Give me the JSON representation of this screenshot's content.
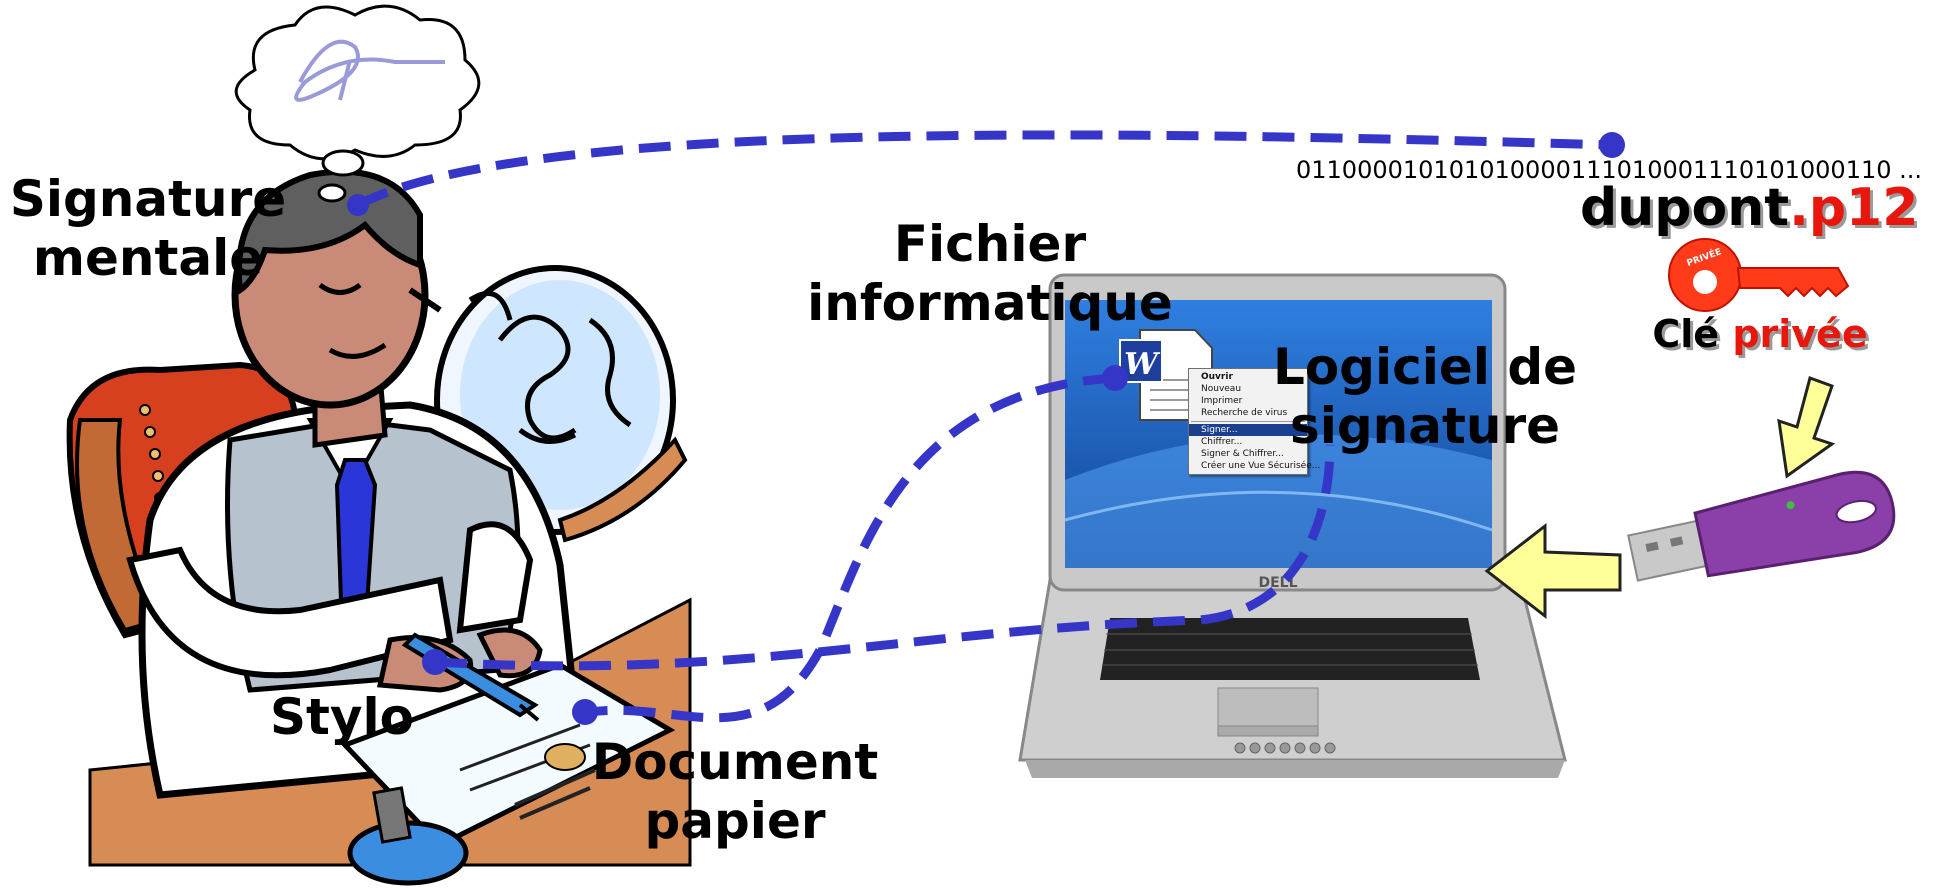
{
  "labels": {
    "mental_signature": "Signature\nmentale",
    "computer_file": "Fichier\ninformatique",
    "signing_software": "Logiciel de\nsignature",
    "pen": "Stylo",
    "paper_document": "Document\npapier",
    "key_file_base": "dupont",
    "key_file_ext": ".p12",
    "private_key_prefix": "Clé ",
    "private_key_word": "privée",
    "binary_string": "011000010101010000111010001110101000110 ...",
    "key_tag": "PRIVÉE",
    "laptop_brand": "DELL",
    "word_icon_letter": "W"
  },
  "context_menu": {
    "items": [
      "Ouvrir",
      "Nouveau",
      "Imprimer",
      "Recherche de virus",
      "Signer...",
      "Chiffrer...",
      "Signer & Chiffrer...",
      "Créer une Vue Sécurisée..."
    ],
    "default_item": "Ouvrir",
    "selected_item": "Signer..."
  },
  "colors": {
    "connector": "#3535c8",
    "accent_red": "#e8170e",
    "arrow_fill": "#ffff99",
    "usb_purple": "#8b3fa8",
    "screen_blue": "#1f5fb8"
  }
}
